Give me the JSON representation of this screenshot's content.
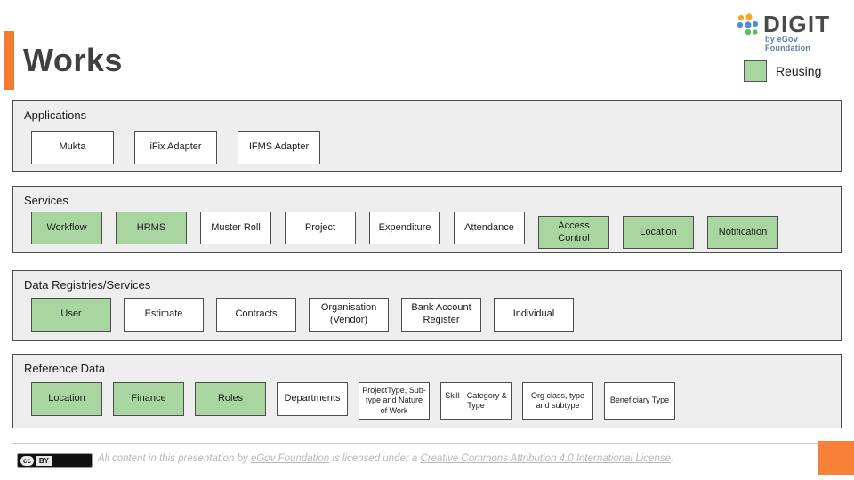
{
  "header": {
    "title": "Works",
    "accent_color": "#F47B30",
    "logo": {
      "wordmark": "DIGIT",
      "tagline": "by eGov Foundation",
      "dot_colors": [
        "#F5A623",
        "#F5A623",
        "#4A90D9",
        "#4A90D9",
        "#4A90D9",
        "#5BBD5B",
        "#5BBD5B"
      ]
    },
    "legend": {
      "label": "Reusing",
      "color": "#A9D5A0"
    }
  },
  "sections": [
    {
      "title": "Applications",
      "nodes": [
        {
          "label": "Mukta",
          "reusing": false
        },
        {
          "label": "iFix Adapter",
          "reusing": false
        },
        {
          "label": "IFMS Adapter",
          "reusing": false
        }
      ]
    },
    {
      "title": "Services",
      "nodes": [
        {
          "label": "Workflow",
          "reusing": true
        },
        {
          "label": "HRMS",
          "reusing": true
        },
        {
          "label": "Muster Roll",
          "reusing": false
        },
        {
          "label": "Project",
          "reusing": false
        },
        {
          "label": "Expenditure",
          "reusing": false
        },
        {
          "label": "Attendance",
          "reusing": false
        },
        {
          "label": "Access Control",
          "reusing": true
        },
        {
          "label": "Location",
          "reusing": true
        },
        {
          "label": "Notification",
          "reusing": true
        }
      ]
    },
    {
      "title": "Data Registries/Services",
      "nodes": [
        {
          "label": "User",
          "reusing": true
        },
        {
          "label": "Estimate",
          "reusing": false
        },
        {
          "label": "Contracts",
          "reusing": false
        },
        {
          "label": "Organisation (Vendor)",
          "reusing": false
        },
        {
          "label": "Bank Account Register",
          "reusing": false
        },
        {
          "label": "Individual",
          "reusing": false
        }
      ]
    },
    {
      "title": "Reference Data",
      "nodes": [
        {
          "label": "Location",
          "reusing": true
        },
        {
          "label": "Finance",
          "reusing": true
        },
        {
          "label": "Roles",
          "reusing": true
        },
        {
          "label": "Departments",
          "reusing": false
        },
        {
          "label": "ProjectType, Sub-type and Nature of Work",
          "reusing": false
        },
        {
          "label": "Skill - Category & Type",
          "reusing": false
        },
        {
          "label": "Org class, type and subtype",
          "reusing": false
        },
        {
          "label": "Beneficiary Type",
          "reusing": false
        }
      ]
    }
  ],
  "footer": {
    "badge_cc": "cc",
    "badge_by": "BY",
    "text_before": "All content in this presentation by ",
    "link_org": "eGov Foundation",
    "text_middle": " is licensed under a ",
    "link_license": "Creative Commons Attribution 4.0 International License",
    "text_end": ".",
    "corner_color": "#F8813A"
  }
}
